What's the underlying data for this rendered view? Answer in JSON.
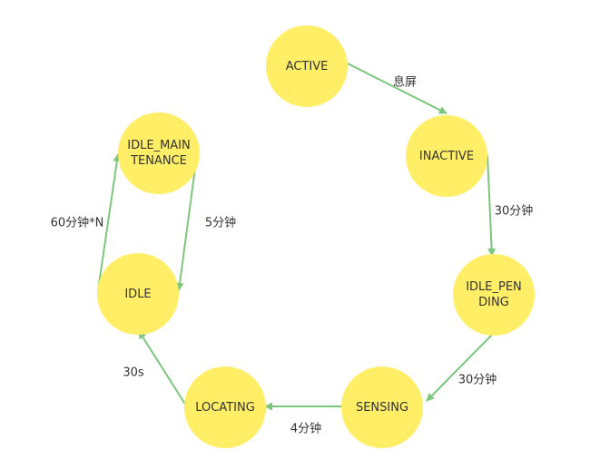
{
  "colors": {
    "node_fill": "#FFEE66",
    "edge_stroke": "#7DC67D",
    "text": "#333333"
  },
  "nodes": {
    "active": "ACTIVE",
    "inactive": "INACTIVE",
    "idle_pending": "IDLE_PEN\nDING",
    "sensing": "SENSING",
    "locating": "LOCATING",
    "idle": "IDLE",
    "idle_maintenance": "IDLE_MAIN\nTENANCE"
  },
  "edges": {
    "active_to_inactive": "息屏",
    "inactive_to_idle_pending": "30分钟",
    "idle_pending_to_sensing": "30分钟",
    "sensing_to_locating": "4分钟",
    "locating_to_idle": "30s",
    "idle_to_idle_maintenance": "60分钟*N",
    "idle_maintenance_to_idle": "5分钟"
  }
}
